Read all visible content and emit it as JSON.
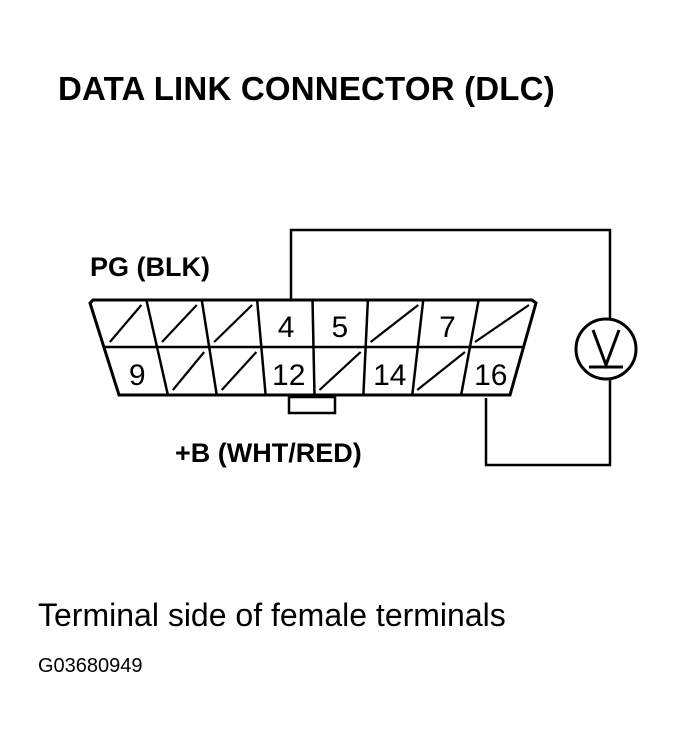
{
  "title": "DATA LINK CONNECTOR (DLC)",
  "labels": {
    "ground_wire": "PG (BLK)",
    "power_wire": "+B (WHT/RED)"
  },
  "meter": {
    "symbol": "V",
    "icon": "voltmeter-icon"
  },
  "connector": {
    "top_row": [
      "",
      "",
      "",
      "4",
      "5",
      "",
      "7",
      ""
    ],
    "bottom_row": [
      "9",
      "",
      "",
      "12",
      "",
      "14",
      "",
      "16"
    ],
    "blank_cavity_style": "diagonal-hatch"
  },
  "caption": "Terminal side of female terminals",
  "figure_code": "G03680949"
}
